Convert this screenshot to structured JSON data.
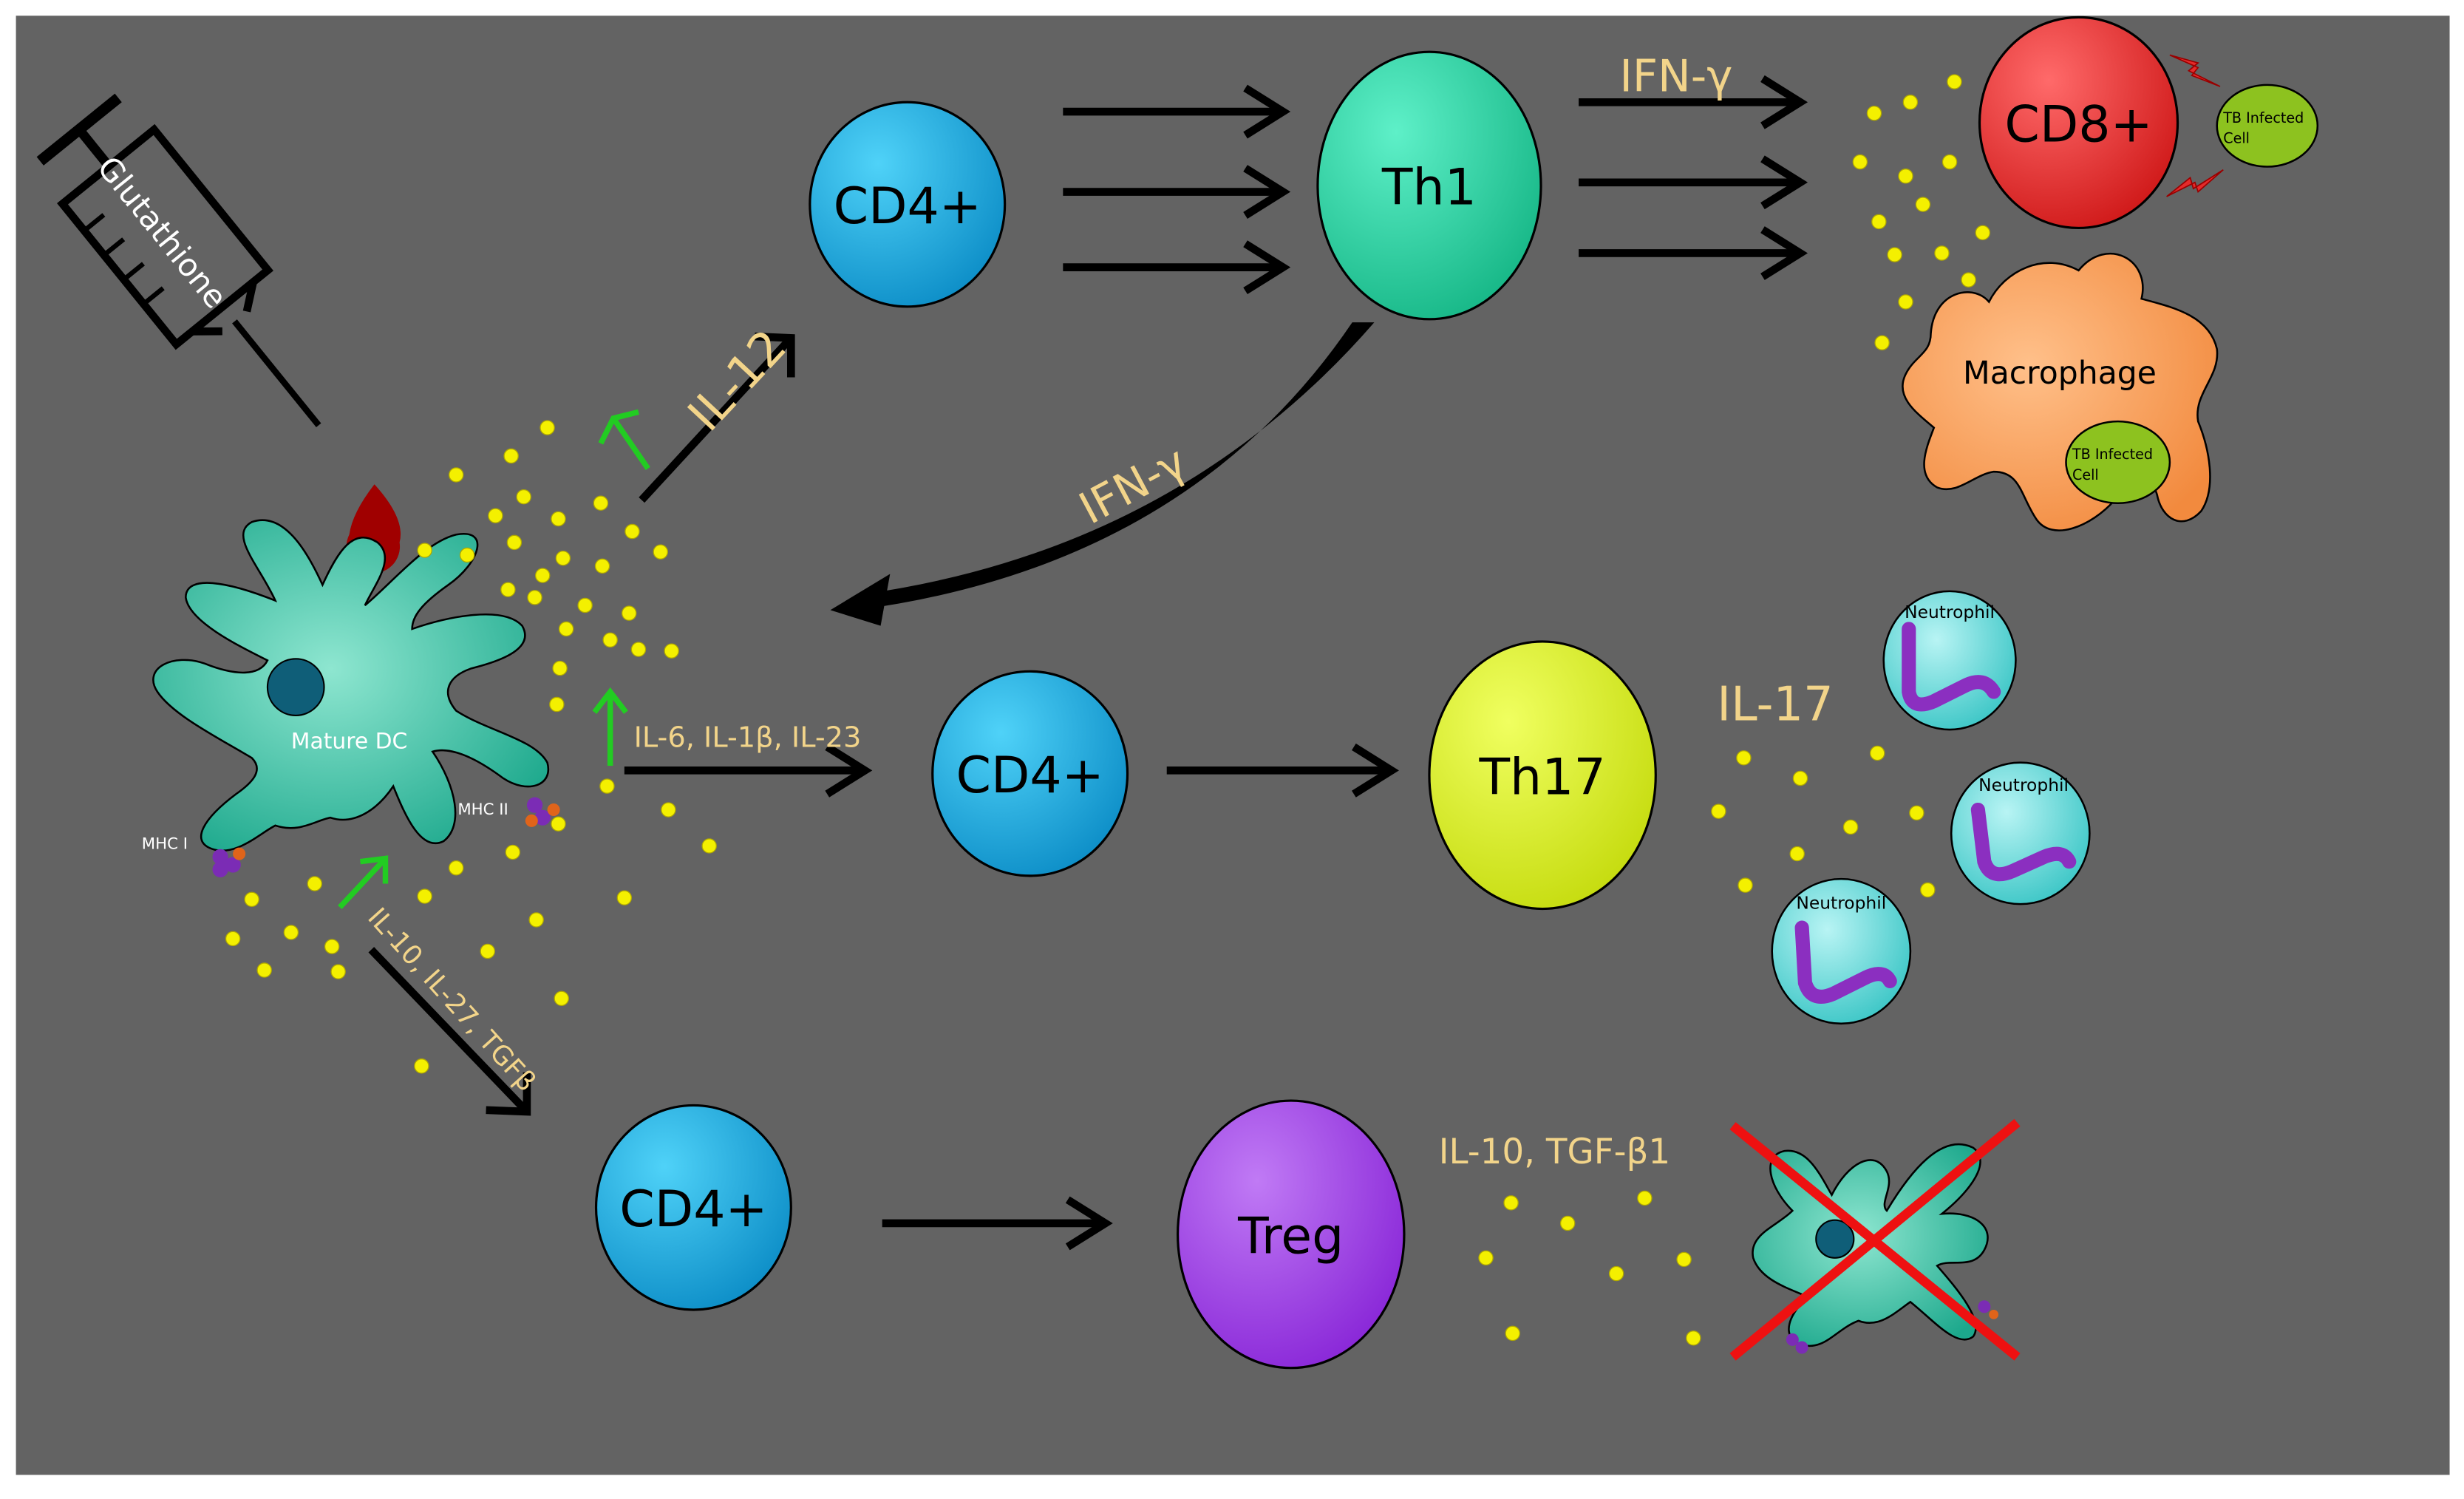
{
  "colors": {
    "panel": "#636363",
    "cytokine_text": "#F2D48A",
    "dot": "#F4F000",
    "dc_teal": "#20B69A",
    "cd4": "#1AA6D8",
    "th1": "#2DD7A8",
    "cd8": "#E52B2B",
    "macrophage": "#F59A55",
    "infected_cell": "#8DC21F",
    "th17": "#D7EC1E",
    "treg": "#9A3BE0",
    "neutrophil": "#63D4D4",
    "nucleus_purple": "#8B2FC0",
    "up_arrow": "#22CC22",
    "cross": "#EE1111",
    "drop": "#A00000"
  },
  "labels": {
    "syringe": "Glutathione",
    "mature_dc": "Mature DC",
    "mhc1": "MHC I",
    "mhc2": "MHC II",
    "cd4_top": "CD4+",
    "cd4_mid": "CD4+",
    "cd4_bot": "CD4+",
    "th1": "Th1",
    "th17": "Th17",
    "treg": "Treg",
    "cd8": "CD8+",
    "macrophage": "Macrophage",
    "tb_infected": "TB Infected",
    "cell": "Cell",
    "neutrophil": "Neutrophil",
    "il12": "IL-12",
    "ifn_top": "IFN-γ",
    "ifn_curve": "IFN-γ",
    "il6": "IL-6, IL-1β, IL-23",
    "il10_diag": "IL-10, IL-27, TGFβ",
    "il17": "IL-17",
    "il10_treg": "IL-10, TGF-β1"
  }
}
